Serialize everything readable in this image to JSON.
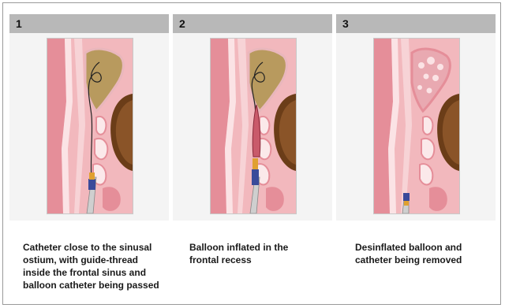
{
  "panels": [
    {
      "number": "1",
      "caption_lines": [
        "Catheter close to the sinusal",
        "ostium, with guide-thread",
        "inside the frontal sinus and",
        "balloon catheter being passed"
      ]
    },
    {
      "number": "2",
      "caption_lines": [
        "Balloon inflated in the",
        "frontal recess"
      ]
    },
    {
      "number": "3",
      "caption_lines": [
        "Desinflated balloon and",
        "catheter being removed"
      ]
    }
  ],
  "colors": {
    "tissue_pink": "#e8a0a8",
    "tissue_light": "#f6c9cc",
    "sinus_olive": "#b89a5e",
    "eye_brown": "#6b3d18",
    "bone_white": "#fbeff0",
    "catheter_gray": "#c9c9c9",
    "balloon_blue": "#3a4a9a",
    "balloon_orange": "#e0a030"
  },
  "icons": [
    "catheter-icon",
    "guide-thread-icon",
    "balloon-icon"
  ]
}
